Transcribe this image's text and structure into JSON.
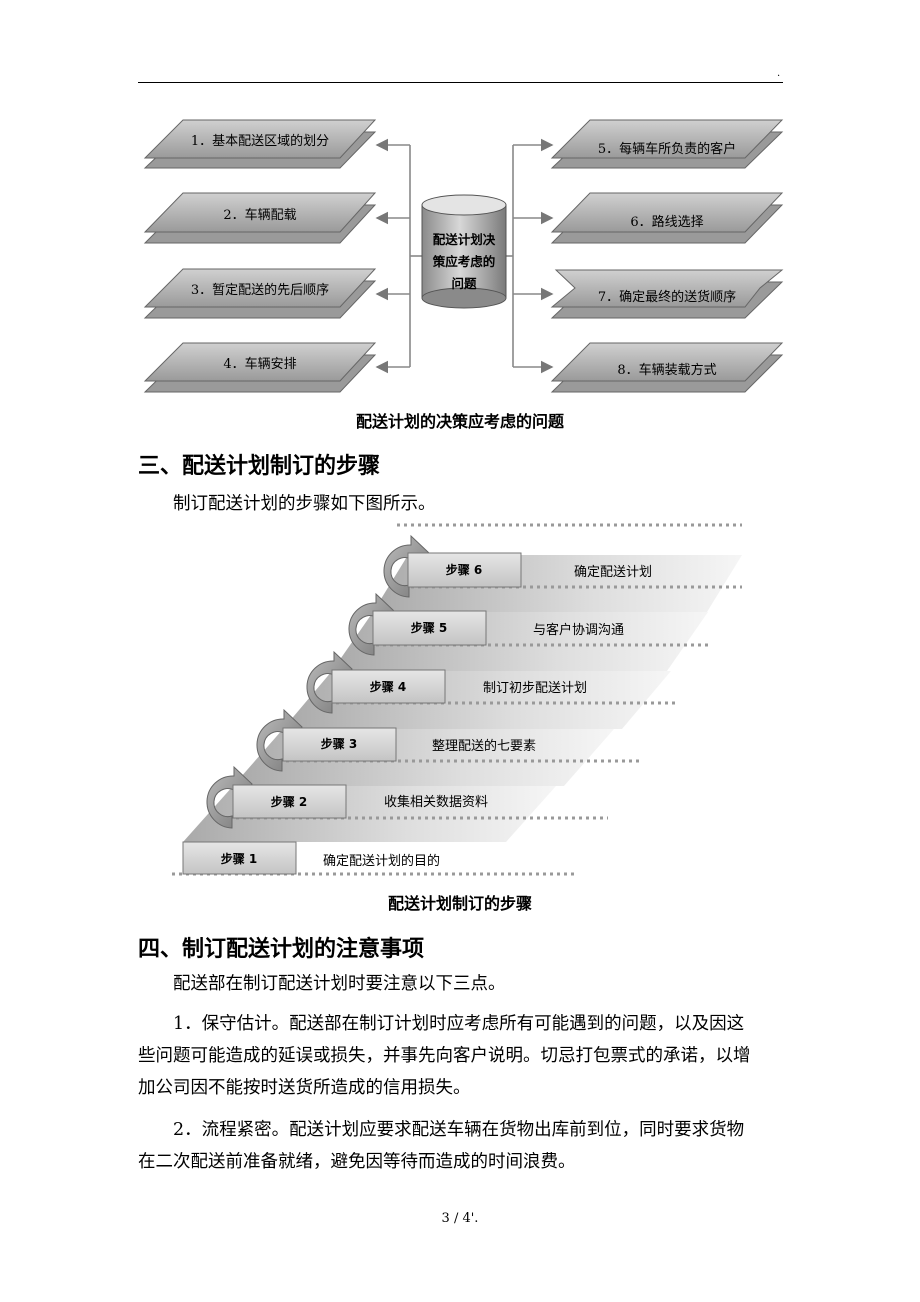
{
  "header": {
    "mark": "."
  },
  "figure1": {
    "center_lines": [
      "配送计划决",
      "策应考虑的",
      "问题"
    ],
    "left_items": [
      "1．基本配送区域的划分",
      "2．车辆配载",
      "3．暂定配送的先后顺序",
      "4．车辆安排"
    ],
    "right_items": [
      "5．每辆车所负责的客户",
      "6．路线选择",
      "7．确定最终的送货顺序",
      "8．车辆装载方式"
    ],
    "caption": "配送计划的决策应考虑的问题"
  },
  "section3": {
    "heading": "三、配送计划制订的步骤",
    "intro": "制订配送计划的步骤如下图所示。"
  },
  "figure2": {
    "steps": [
      {
        "label": "步骤 1",
        "desc": "确定配送计划的目的"
      },
      {
        "label": "步骤 2",
        "desc": "收集相关数据资料"
      },
      {
        "label": "步骤 3",
        "desc": "整理配送的七要素"
      },
      {
        "label": "步骤 4",
        "desc": "制订初步配送计划"
      },
      {
        "label": "步骤 5",
        "desc": "与客户协调沟通"
      },
      {
        "label": "步骤 6",
        "desc": "确定配送计划"
      }
    ],
    "caption": "配送计划制订的步骤"
  },
  "section4": {
    "heading": "四、制订配送计划的注意事项",
    "intro": "配送部在制订配送计划时要注意以下三点。",
    "p1_lines": [
      "1．保守估计。配送部在制订计划时应考虑所有可能遇到的问题，以及因这",
      "些问题可能造成的延误或损失，并事先向客户说明。切忌打包票式的承诺，以增",
      "加公司因不能按时送货所造成的信用损失。"
    ],
    "p2_lines": [
      "2．流程紧密。配送计划应要求配送车辆在货物出库前到位，同时要求货物",
      "在二次配送前准备就绪，避免因等待而造成的时间浪费。"
    ]
  },
  "footer": {
    "page": "3 / 4'."
  }
}
